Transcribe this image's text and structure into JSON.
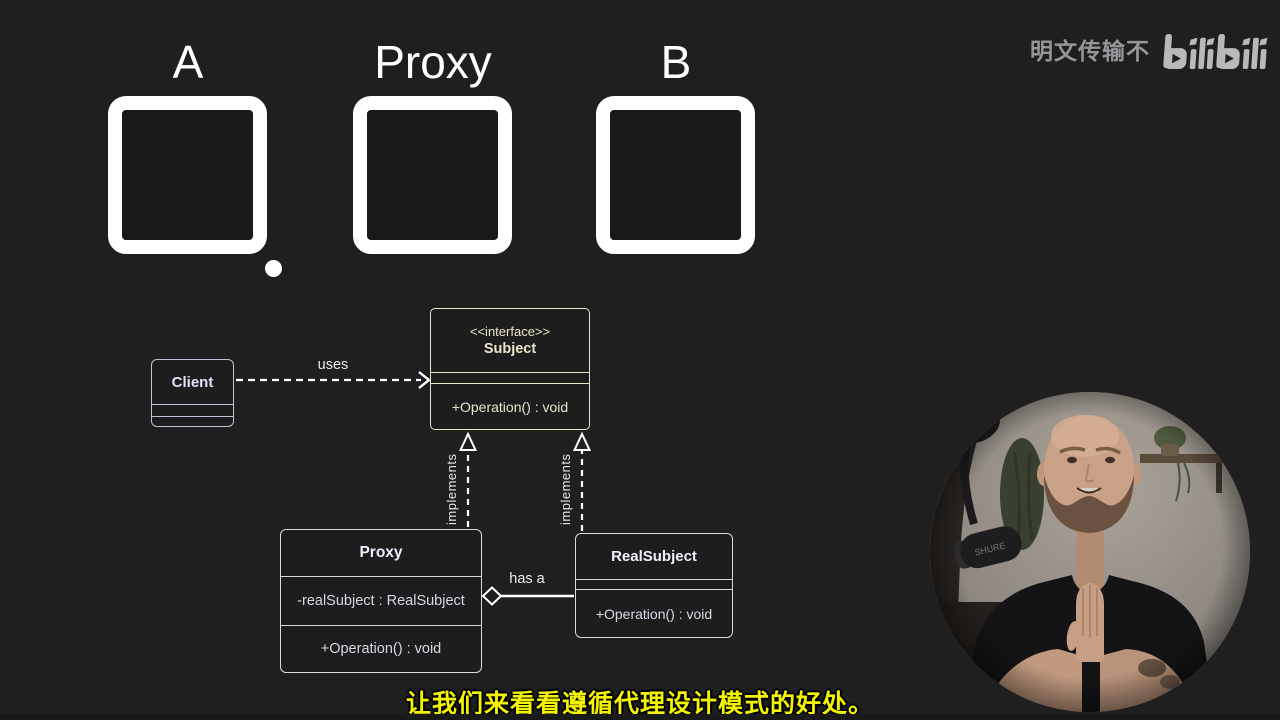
{
  "colors": {
    "background": "#1f1f1f",
    "square_stroke": "#ffffff",
    "subject_accent": "#e9e5c9",
    "client_accent": "#bfc2d6",
    "class_box_accent": "#d6d9e6",
    "subtitle_yellow": "#f3f400",
    "watermark_gray": "#97979b"
  },
  "top_row": {
    "items": [
      {
        "label": "A"
      },
      {
        "label": "Proxy"
      },
      {
        "label": "B"
      }
    ]
  },
  "uml": {
    "client": {
      "name": "Client"
    },
    "uses_label": "uses",
    "subject": {
      "stereotype": "<<interface>>",
      "name": "Subject",
      "operation": "+Operation() : void"
    },
    "implements_label": "implements",
    "proxy": {
      "name": "Proxy",
      "attribute": "-realSubject : RealSubject",
      "operation": "+Operation() : void"
    },
    "has_a_label": "has a",
    "real_subject": {
      "name": "RealSubject",
      "operation": "+Operation() : void"
    }
  },
  "webcam": {
    "mic_label": "SHURE"
  },
  "watermark": {
    "text": "明文传输不",
    "logo_text": "bilibili"
  },
  "subtitle": {
    "text": "让我们来看看遵循代理设计模式的好处。"
  }
}
